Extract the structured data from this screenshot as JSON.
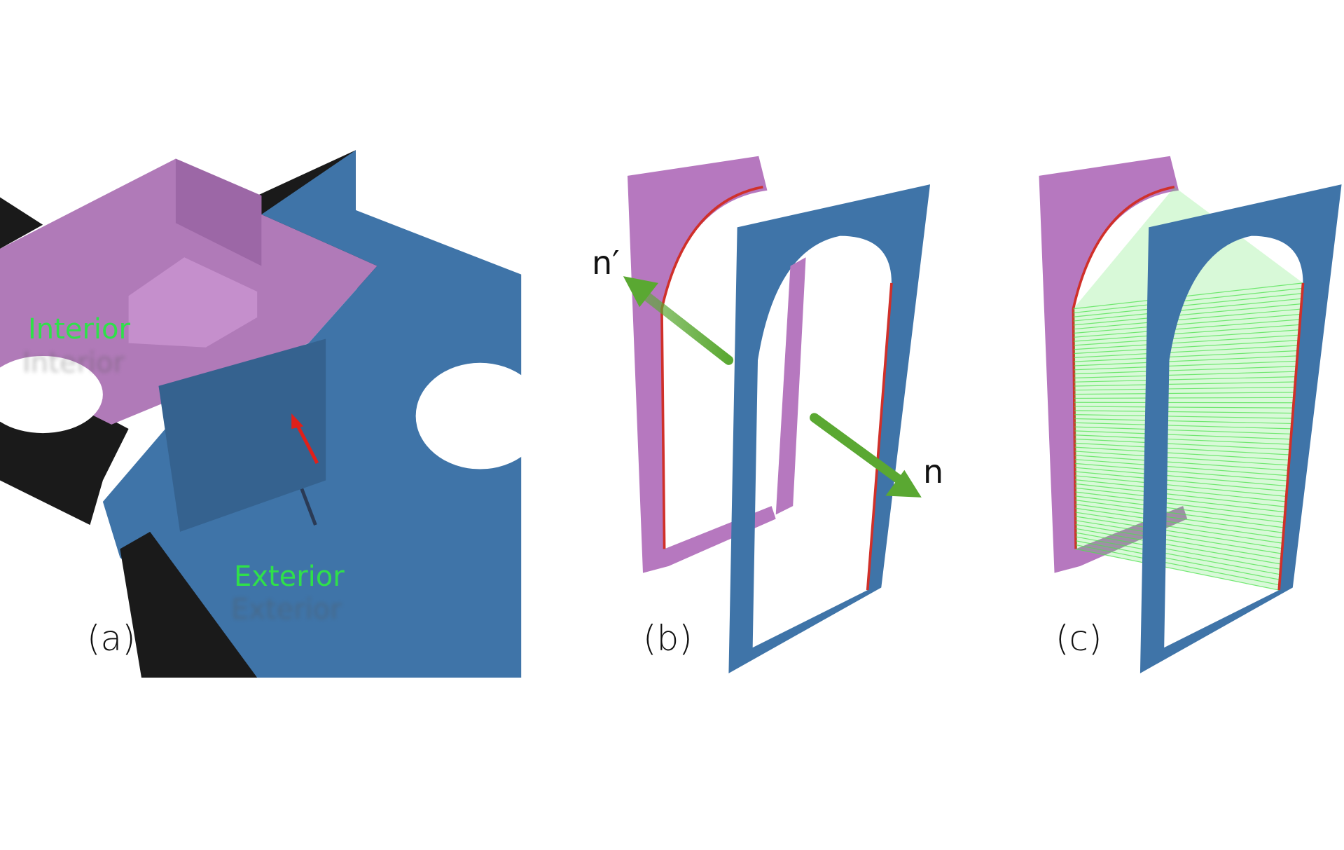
{
  "figure": {
    "panels": [
      {
        "label": "(a)",
        "annotations": {
          "interior": "Interior",
          "exterior": "Exterior"
        }
      },
      {
        "label": "(b)",
        "annotations": {
          "normal_prime": "n′",
          "normal": "n"
        }
      },
      {
        "label": "(c)"
      }
    ],
    "colors": {
      "interior": "#b678bf",
      "exterior": "#3f74a8",
      "boundary": "#d0302a",
      "correspondence": "#4ee24e",
      "normal_arrow": "#5aa832",
      "wall": "#1a1a1a"
    }
  }
}
